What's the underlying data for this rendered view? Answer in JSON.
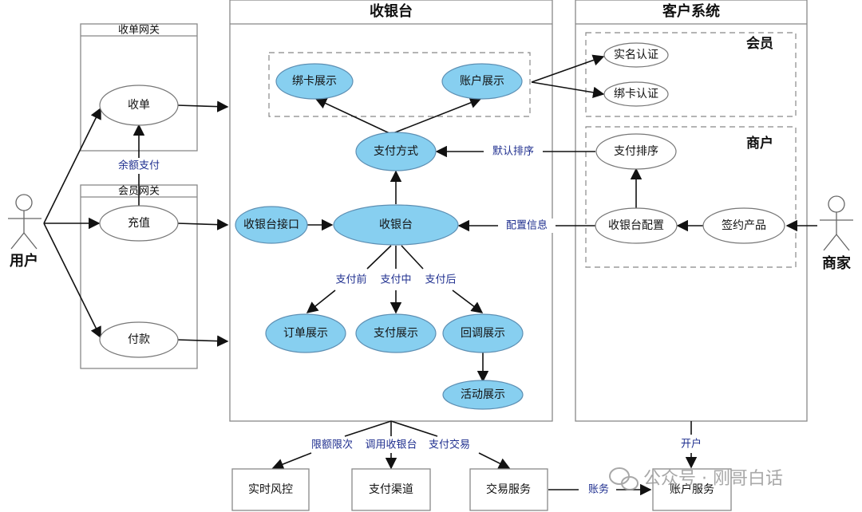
{
  "actors": {
    "user": "用户",
    "merchant": "商家"
  },
  "gateways": {
    "collect": "收单网关",
    "member": "会员网关"
  },
  "user_cases": {
    "collect": "收单",
    "recharge": "充值",
    "pay": "付款"
  },
  "edge_labels": {
    "balance_pay": "余额支付",
    "default_sort": "默认排序",
    "config_info": "配置信息",
    "before_pay": "支付前",
    "during_pay": "支付中",
    "after_pay": "支付后",
    "limit": "限额限次",
    "call_cashier": "调用收银台",
    "pay_trade": "支付交易",
    "open_account": "开户",
    "accounting": "账务"
  },
  "cashier": {
    "title": "收银台",
    "bind_card_display": "绑卡展示",
    "account_display": "账户展示",
    "pay_method": "支付方式",
    "interface": "收银台接口",
    "core": "收银台",
    "order_display": "订单展示",
    "pay_display": "支付展示",
    "callback_display": "回调展示",
    "activity_display": "活动展示"
  },
  "customer": {
    "title": "客户系统",
    "member_group": "会员",
    "real_name_auth": "实名认证",
    "bind_card_auth": "绑卡认证",
    "merchant_group": "商户",
    "pay_sort": "支付排序",
    "cashier_config": "收银台配置",
    "sign_product": "签约产品"
  },
  "services": {
    "risk": "实时风控",
    "channel": "支付渠道",
    "trade": "交易服务",
    "account": "账户服务"
  },
  "watermark": "公众号 · 刚哥白话",
  "colors": {
    "node_blue": "#87cff0",
    "label_blue": "#1f2f8f"
  }
}
